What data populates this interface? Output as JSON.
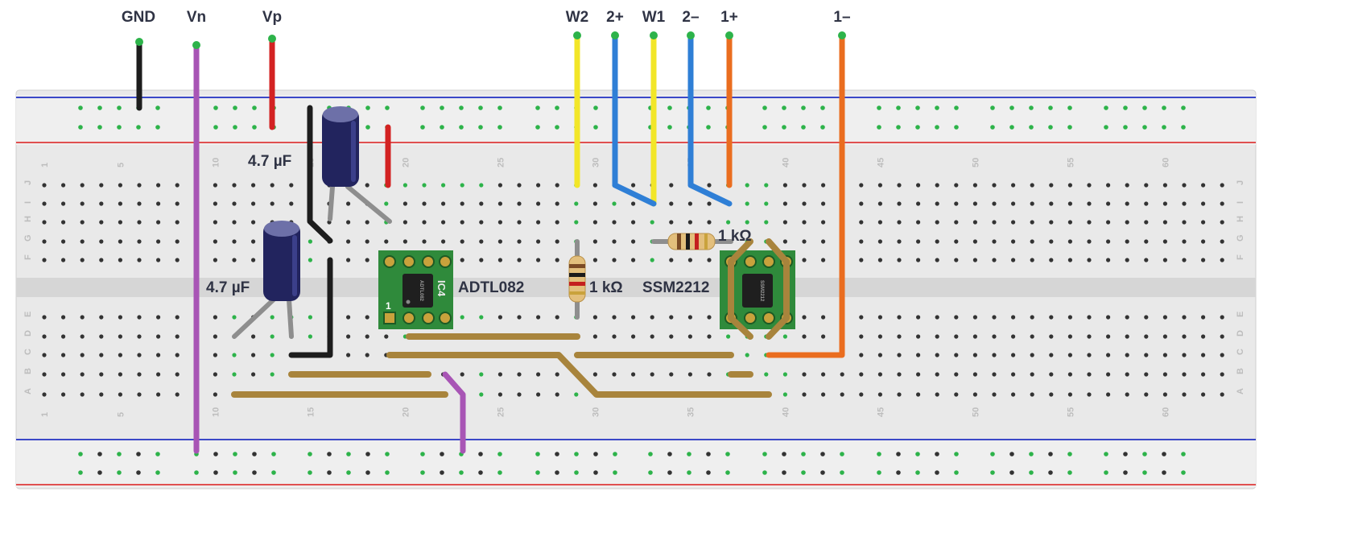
{
  "wire_labels": {
    "gnd": "GND",
    "vn": "Vn",
    "vp": "Vp",
    "w2": "W2",
    "in2_plus": "2+",
    "w1": "W1",
    "in2_minus": "2–",
    "in1_plus": "1+",
    "in1_minus": "1–"
  },
  "components": {
    "cap_top_label": "4.7 µF",
    "cap_bottom_label": "4.7 µF",
    "ic4_name": "ADTL082",
    "ic4_marking": "ADTL082",
    "ic4_ref": "IC4",
    "ic4_pin": "1",
    "resistor_vertical_label": "1 kΩ",
    "resistor_horizontal_label": "1 kΩ",
    "ic_ssm_name": "SSM2212",
    "ic_ssm_marking": "SSM2212"
  },
  "breadboard": {
    "column_numbers": [
      "1",
      "5",
      "10",
      "15",
      "20",
      "25",
      "30",
      "35",
      "40",
      "45",
      "50",
      "55",
      "60"
    ],
    "rows_top": [
      "J",
      "I",
      "H",
      "G",
      "F"
    ],
    "rows_bottom": [
      "E",
      "D",
      "C",
      "B",
      "A"
    ]
  },
  "colors": {
    "board": "#e9e9e9",
    "rail_blue": "#3b48c8",
    "rail_red": "#e05050",
    "hole_green": "#2db34a",
    "wire_black": "#1d1d1d",
    "wire_purple": "#a855b5",
    "wire_red": "#d32222",
    "wire_yellow": "#f2e628",
    "wire_blue": "#2f7fd6",
    "wire_orange": "#ea6d1f",
    "jumper_brown": "#a8843c",
    "pcb_green": "#2f8a3b",
    "cap_body": "#22245e"
  }
}
